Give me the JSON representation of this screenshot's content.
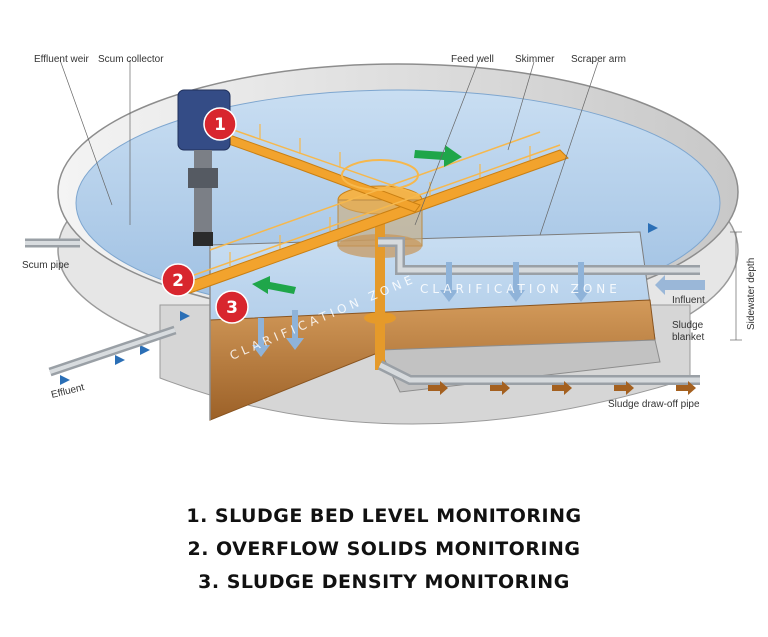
{
  "labels": {
    "effluent_weir": "Effluent weir",
    "scum_collector": "Scum collector",
    "feed_well": "Feed well",
    "skimmer": "Skimmer",
    "scraper_arm": "Scraper arm",
    "scum_pipe": "Scum pipe",
    "effluent": "Effluent",
    "influent": "Influent",
    "sidewater_depth": "Sidewater depth",
    "sludge_blanket_1": "Sludge",
    "sludge_blanket_2": "blanket",
    "sludge_drawoff_pipe": "Sludge draw-off pipe",
    "clarification_zone_right": "CLARIFICATION ZONE",
    "clarification_zone_left": "CLARIFICATION ZONE"
  },
  "badges": [
    "1",
    "2",
    "3"
  ],
  "captions": [
    "1. SLUDGE BED LEVEL MONITORING",
    "2. OVERFLOW SOLIDS MONITORING",
    "3. SLUDGE DENSITY MONITORING"
  ],
  "colors": {
    "badge": "#d8262e",
    "walkway": "#f2a32d",
    "sludge": "#b67a3c",
    "water": "#a9c8e6",
    "arrow_green": "#1fa64a",
    "arrow_blue": "#2b6fb6",
    "arrow_brown": "#a4601f",
    "concrete": "#dcdcdc"
  }
}
